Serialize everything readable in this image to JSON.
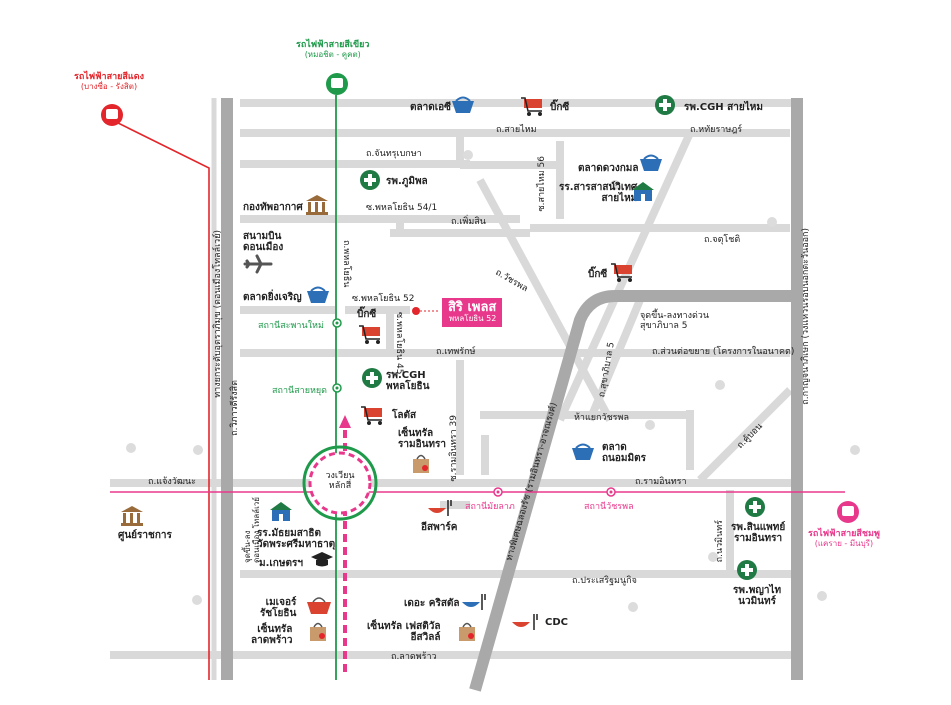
{
  "rail_lines": {
    "green": {
      "title": "รถไฟฟ้าสายสีเขียว",
      "sub": "(หมอชิต - คูคต)",
      "color": "#1f9a4b"
    },
    "red": {
      "title": "รถไฟฟ้าสายสีแดง",
      "sub": "(บางซื่อ - รังสิต)",
      "color": "#e3262b"
    },
    "pink": {
      "title": "รถไฟฟ้าสายสีชมพู",
      "sub": "(แคราย - มีนบุรี)",
      "color": "#e8388b"
    }
  },
  "project": {
    "name": "สิริ เพลส",
    "sub": "พหลโยธิน 52"
  },
  "roads": {
    "sai_mai": "ถ.สายไหม",
    "hathai": "ถ.หทัยราษฎร์",
    "chanbuenka": "ถ.จันทรุเบกษา",
    "phahon_541": "ซ.พหลโยธิน 54/1",
    "phermsin": "ถ.เพิ่มสิน",
    "chatuchot": "ถ.จตุโชติ",
    "phahonyothin": "ถ.พหลโยธิน",
    "phahon_52": "ซ.พหลโยธิน 52",
    "phahon_45": "ซ.พหลโยธิน 45",
    "watcharaphon": "ถ.วัชรพล",
    "sai_mai_56": "ซ.สายไหม 56",
    "expressway_entry": "จุดขึ้น-ลงทางด่วน\nสุขาภิบาล 5",
    "thephrak": "ถ.เทพรักษ์",
    "extension": "ถ.ส่วนต่อขยาย (โครงการในอนาคต)",
    "sukhaphiban5": "ถ.สุขาภิบาล 5",
    "expressway": "ทางพิเศษฉลองรัช (รามอินทรา-อาจณรงค์)",
    "kanchana": "ถ.กาญจนาภิเษก (วงแหวนรอบนอกตะวันออก)",
    "vibhavadi": "ถ.วิภาวดีรังสิต",
    "ram_intra_39": "ซ.รามอินทรา 39",
    "don_mueang_tollway": "ทางยกระดับอุตราภิมุข (ดอนเมืองโทลล์เวย์)",
    "watcharaphon_junction": "ห้าแยกวัชรพล",
    "khubon": "ถ.คู้บอน",
    "chaeng_watthana": "ถ.แจ้งวัฒนะ",
    "ram_intra": "ถ.รามอินทรา",
    "tollway_gate": "จุดขึ้น-ลง\nดอนเมือง โทลล์เวย์",
    "nawamin": "ถ.นวมินทร์",
    "prasert": "ถ.ประเสริฐมนูกิจ",
    "lat_phrao": "ถ.ลาดพร้าว",
    "circle": "วงเวียน\nหลักสี่"
  },
  "stations": {
    "saphan_mai": "สถานีสะพานใหม่",
    "sai_yut": "สถานีสายหยุด",
    "maiyalap": "สถานีมัยลาภ",
    "watcharaphon": "สถานีวัชรพล"
  },
  "places": {
    "talad_or": "ตลาดเอซี",
    "bigc_top": "บิ๊กซี",
    "cgh_saimai": "รพ.CGH สายไหม",
    "talad_duangkamol": "ตลาดดวงกมล",
    "school_saimai": "รร.สารสาสน์วิเทศ\nสายไหม",
    "bhumibol": "รพ.ภูมิพล",
    "airforce": "กองทัพอากาศ",
    "airport": "สนามบิน\nดอนเมือง",
    "talad_yingcharoen": "ตลาดยิ่งเจริญ",
    "bigc_mid": "บิ๊กซี",
    "bigc_phahon": "บิ๊กซี",
    "cgh_phahon": "รพ.CGH\nพหลโยธิน",
    "lotus": "โลตัส",
    "central_ramindra": "เซ็นทรัล\nรามอินทรา",
    "talad_thanon": "ตลาด\nถนอมมิตร",
    "govt_center": "ศูนย์ราชการ",
    "school_mattayom": "รร.มัธยมสาธิต\nวัดพระศรีมหาธาตุ",
    "kasetsart": "ม.เกษตรฯ",
    "eastpark": "อีสพาร์ค",
    "sinphaet": "รพ.สินแพทย์\nรามอินทรา",
    "phyathai": "รพ.พญาไท\nนวมินทร์",
    "major": "เมเจอร์\nรัชโยธิน",
    "central_ladprao": "เซ็นทรัล\nลาดพร้าว",
    "crystal": "เดอะ คริสตัล",
    "festival": "เซ็นทรัล เฟสติวัล\nอีสวิลล์",
    "cdc": "CDC"
  },
  "colors": {
    "road": "#d6d6d6",
    "major_road": "#a9a9a9",
    "green_line": "#1f9a4b",
    "red_line": "#e3262b",
    "pink_line": "#e8388b",
    "shop_cart": "#d9432f",
    "market_icon": "#2c6fb7",
    "hospital_icon": "#1f7a44",
    "tree": "#d7d7d7"
  },
  "icons": {
    "hospital": "hospital-cross-icon",
    "market": "market-basket-icon",
    "cart": "shopping-cart-icon",
    "school": "school-building-icon",
    "gov": "government-building-icon",
    "plane": "airplane-icon",
    "dining": "dining-icon",
    "shopping_bag": "shopping-bag-icon",
    "graduation": "graduation-cap-icon",
    "train": "train-icon",
    "tree": "tree-icon"
  }
}
